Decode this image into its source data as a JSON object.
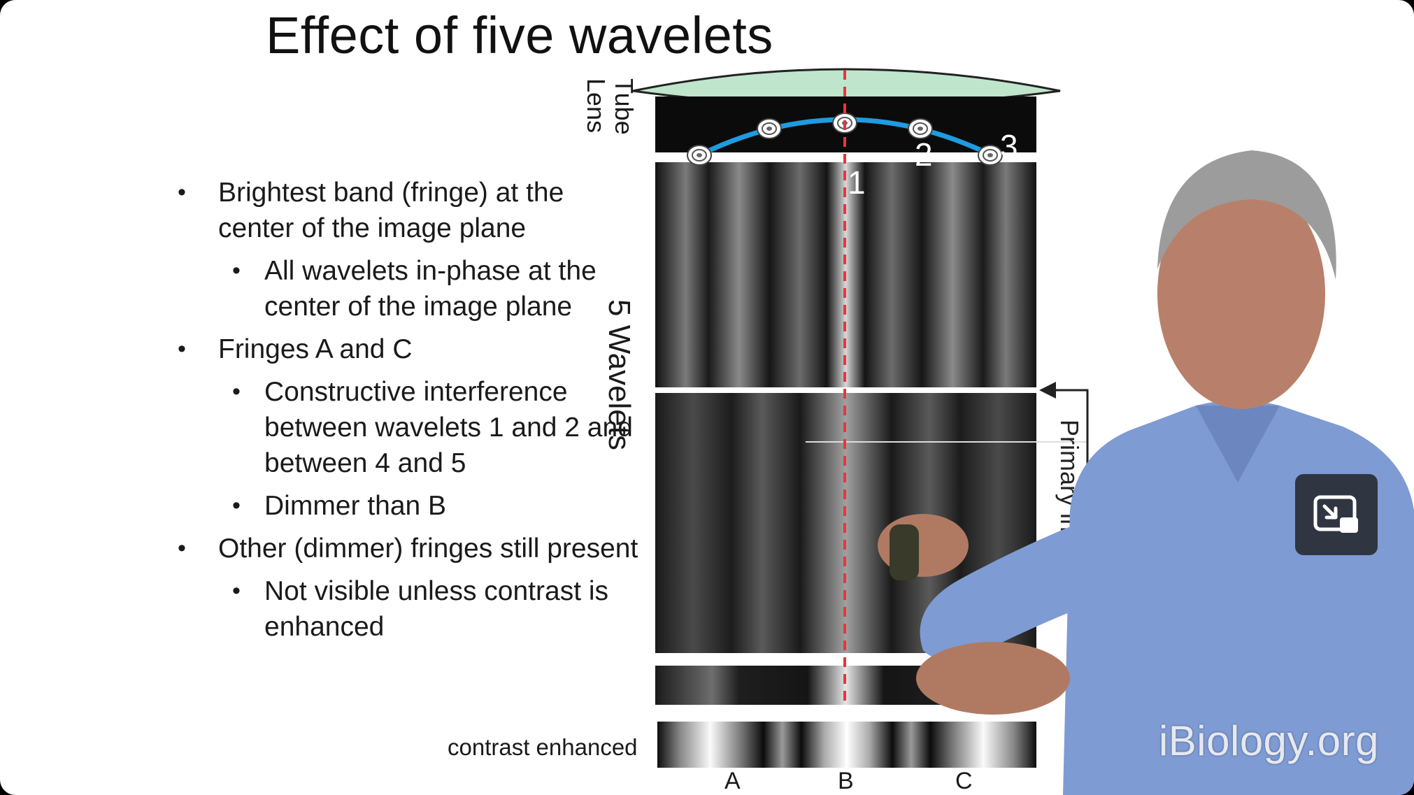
{
  "slide": {
    "title": "Effect of five wavelets",
    "bullets": [
      {
        "level": 1,
        "text": "Brightest band (fringe) at the center of the image plane"
      },
      {
        "level": 2,
        "text": "All wavelets in-phase at the center of the image plane"
      },
      {
        "level": 1,
        "text": "Fringes A and C"
      },
      {
        "level": 2,
        "text": "Constructive interference between wavelets 1 and 2 and between 4 and 5"
      },
      {
        "level": 2,
        "text": "Dimmer than B"
      },
      {
        "level": 1,
        "text": "Other (dimmer) fringes still present"
      },
      {
        "level": 2,
        "text": "Not visible unless contrast is enhanced"
      }
    ]
  },
  "diagram": {
    "tube_lens_label_line1": "Tube",
    "tube_lens_label_line2": "Lens",
    "wavelets_label": "5 Wavelets",
    "primary_image_label": "Primary image",
    "contrast_label": "contrast enhanced",
    "wavelet_numbers": [
      "1",
      "2",
      "3"
    ],
    "fringe_labels": [
      "A",
      "B",
      "C"
    ],
    "colors": {
      "lens_fill": "#bfe6cc",
      "wavefront": "#1f9be0",
      "center_line": "#e8353b"
    }
  },
  "overlay": {
    "watermark": "iBiology.org",
    "pip_icon": "picture-in-picture-exit-icon"
  }
}
